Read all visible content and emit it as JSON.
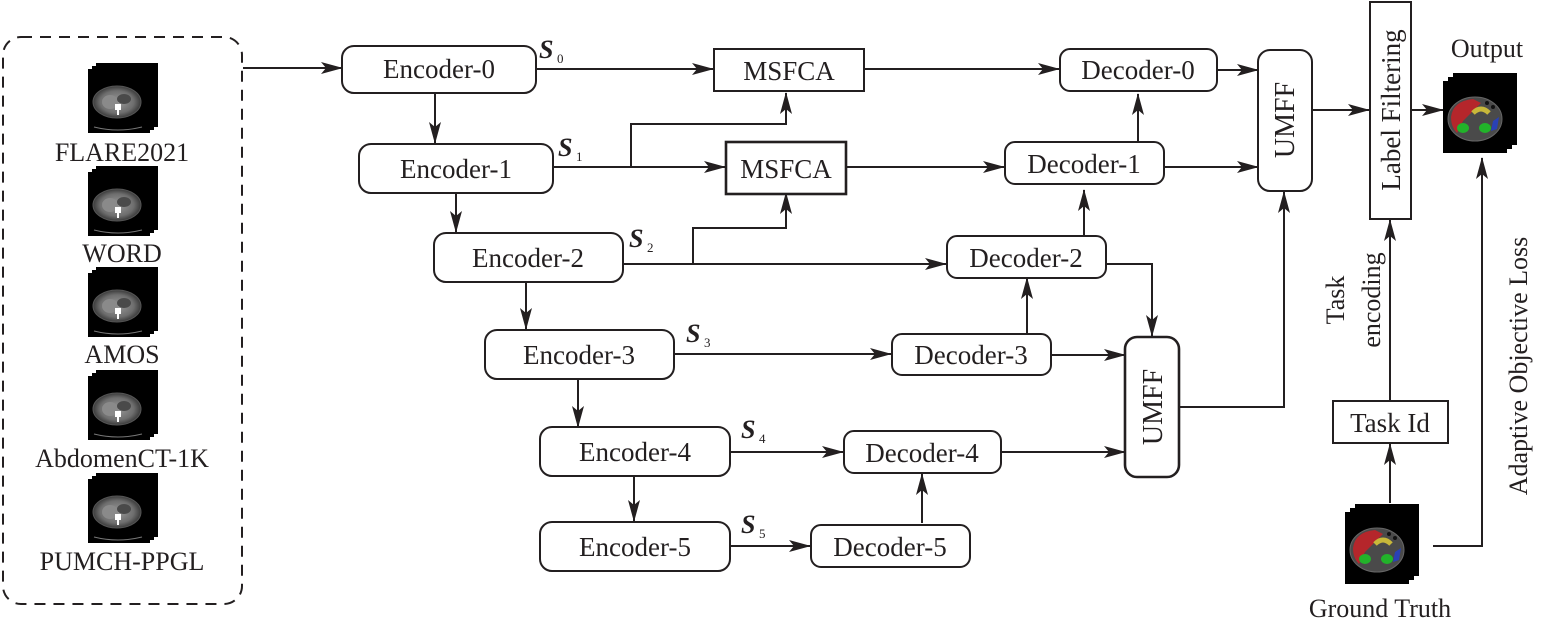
{
  "input_panel": {
    "datasets": [
      {
        "name": "FLARE2021",
        "icon": "ct-scan-stack-icon"
      },
      {
        "name": "WORD",
        "icon": "ct-scan-stack-icon"
      },
      {
        "name": "AMOS",
        "icon": "ct-scan-stack-icon"
      },
      {
        "name": "AbdomenCT-1K",
        "icon": "ct-scan-stack-icon"
      },
      {
        "name": "PUMCH-PPGL",
        "icon": "ct-scan-stack-icon"
      }
    ]
  },
  "encoders": [
    {
      "label": "Encoder-0"
    },
    {
      "label": "Encoder-1"
    },
    {
      "label": "Encoder-2"
    },
    {
      "label": "Encoder-3"
    },
    {
      "label": "Encoder-4"
    },
    {
      "label": "Encoder-5"
    }
  ],
  "decoders": [
    {
      "label": "Decoder-0"
    },
    {
      "label": "Decoder-1"
    },
    {
      "label": "Decoder-2"
    },
    {
      "label": "Decoder-3"
    },
    {
      "label": "Decoder-4"
    },
    {
      "label": "Decoder-5"
    }
  ],
  "skips": [
    {
      "symbol": "S",
      "sub": "0"
    },
    {
      "symbol": "S",
      "sub": "1"
    },
    {
      "symbol": "S",
      "sub": "2"
    },
    {
      "symbol": "S",
      "sub": "3"
    },
    {
      "symbol": "S",
      "sub": "4"
    },
    {
      "symbol": "S",
      "sub": "5"
    }
  ],
  "msfca": [
    {
      "label": "MSFCA"
    },
    {
      "label": "MSFCA"
    }
  ],
  "umff": [
    {
      "label": "UMFF"
    },
    {
      "label": "UMFF"
    }
  ],
  "label_filtering": {
    "label": "Label Filtering"
  },
  "output": {
    "label": "Output",
    "icon": "segmentation-output-icon"
  },
  "task_id": {
    "label": "Task Id"
  },
  "task_encoding": {
    "line1": "Task",
    "line2": "encoding"
  },
  "ground_truth": {
    "label": "Ground Truth",
    "icon": "ground-truth-mask-icon"
  },
  "adaptive_loss": {
    "label": "Adaptive Objective Loss"
  },
  "colors": {
    "stroke": "#231f20",
    "organ_liver": "#b5262b",
    "organ_pancreas": "#c8b83a",
    "organ_kidney": "#22b32a",
    "organ_spleen": "#2941b5"
  }
}
